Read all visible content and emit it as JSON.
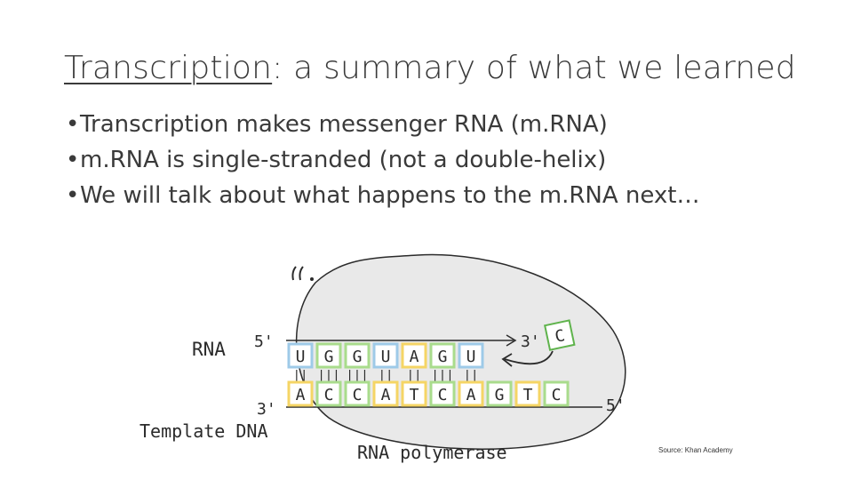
{
  "slide": {
    "title_underlined": "Transcription",
    "title_rest": ": a summary of what we learned",
    "bullets": [
      "Transcription makes messenger RNA (m.RNA)",
      "m.RNA is single-stranded (not a double-helix)",
      "We will talk about what happens to the m.RNA next…"
    ],
    "bullet_glyph": "•",
    "source": "Source: Khan Academy"
  },
  "diagram": {
    "rna_label": "RNA",
    "template_label": "Template DNA",
    "polymerase_label": "RNA polymerase",
    "rna_5prime": "5'",
    "rna_3prime": "3'",
    "dna_3prime": "3'",
    "dna_5prime": "5'",
    "incoming_nucleotide": "C",
    "rna_bases": [
      "U",
      "G",
      "G",
      "U",
      "A",
      "G",
      "U"
    ],
    "dna_bases": [
      "A",
      "C",
      "C",
      "A",
      "T",
      "C",
      "A",
      "G",
      "T",
      "C"
    ],
    "pair_marks": [
      "||",
      "|||",
      "|||",
      "||",
      "||",
      "|||",
      "||"
    ],
    "base_colors": {
      "A": "#f5d565",
      "U": "#9ecae8",
      "T": "#f5d565",
      "G": "#a9dc8c",
      "C": "#a9dc8c"
    },
    "polymerase_color": "#e9e9e9"
  }
}
